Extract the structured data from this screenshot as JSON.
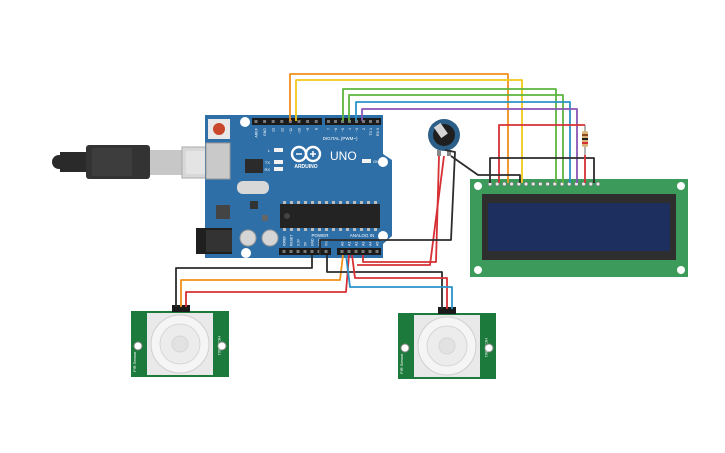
{
  "arduino": {
    "logo_text": "ARDUINO",
    "model": "UNO",
    "digital_label": "DIGITAL (PWM~)",
    "power_label": "POWER",
    "analog_label": "ANALOG IN",
    "on_label": "ON",
    "l_label": "L",
    "tx_label": "TX",
    "rx_label": "RX",
    "digital_pins": [
      "13",
      "12",
      "~11",
      "~10",
      "~9",
      "8",
      "7",
      "~6",
      "~5",
      "4",
      "~3",
      "2",
      "TX 1",
      "RX 0"
    ],
    "left_header_pins": [
      "AREF",
      "GND"
    ],
    "power_pins": [
      "IOREF",
      "RESET",
      "3.3V",
      "5V",
      "GND",
      "GND",
      "Vin"
    ],
    "analog_pins": [
      "A0",
      "A1",
      "A2",
      "A3",
      "A4",
      "A5"
    ]
  },
  "pir_left": {
    "side_text_a": "PIR Sensor",
    "side_text_b": "HC-SR501"
  },
  "pir_right": {
    "side_text_a": "PIR Sensor",
    "side_text_b": "HC-SR501"
  },
  "colors": {
    "board": "#2f6fa7",
    "board_dark": "#1f4f7c",
    "wire_orange": "#f0901a",
    "wire_yellow": "#f2c81b",
    "wire_green": "#5bb53e",
    "wire_blue": "#2a93c9",
    "wire_purple": "#8a56b5",
    "wire_red": "#d63034",
    "wire_black": "#2c2c2c",
    "lcd_pcb": "#3c9a5a",
    "lcd_screen": "#1c2f5e",
    "pir_pcb": "#1c7a3c"
  }
}
